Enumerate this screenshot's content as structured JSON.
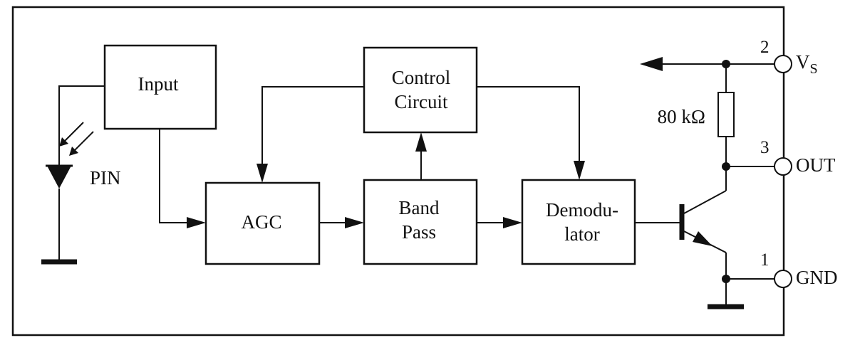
{
  "blocks": {
    "input": [
      "Input"
    ],
    "control": [
      "Control",
      "Circuit"
    ],
    "agc": [
      "AGC"
    ],
    "bandpass": [
      "Band",
      "Pass"
    ],
    "demod": [
      "Demodu-",
      "lator"
    ]
  },
  "pin_label": "PIN",
  "resistor": "80 kΩ",
  "pins": [
    {
      "num": "2",
      "name": "V",
      "sub": "S"
    },
    {
      "num": "3",
      "name": "OUT"
    },
    {
      "num": "1",
      "name": "GND"
    }
  ]
}
